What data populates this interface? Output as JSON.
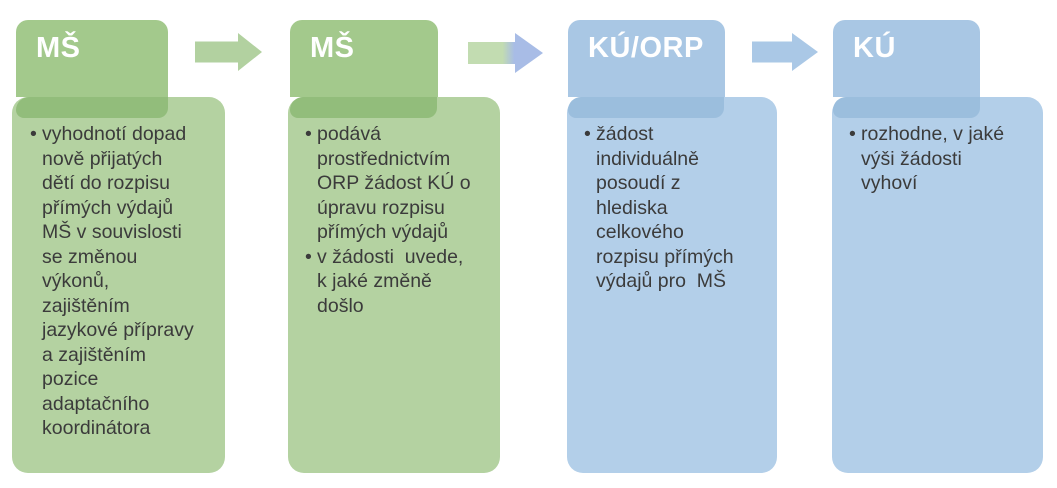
{
  "diagram": {
    "type": "process-flow",
    "bullet_char": "•",
    "columns": [
      {
        "id": "step-1",
        "header": "MŠ",
        "theme": "green",
        "bullets": [
          "vyhodnotí dopad nově přijatých dětí do rozpisu přímých výdajů MŠ v souvislosti se změnou výkonů, zajištěním jazykové přípravy a zajištěním pozice adaptačního koordinátora"
        ]
      },
      {
        "id": "step-2",
        "header": "MŠ",
        "theme": "green",
        "bullets": [
          "podává prostřednictvím ORP žádost KÚ o úpravu rozpisu přímých výdajů",
          "v žádosti  uvede, k jaké změně došlo"
        ]
      },
      {
        "id": "step-3",
        "header": "KÚ/ORP",
        "theme": "blue",
        "bullets": [
          "žádost individuálně posoudí z hlediska celkového rozpisu přímých výdajů pro  MŠ"
        ]
      },
      {
        "id": "step-4",
        "header": "KÚ",
        "theme": "blue",
        "bullets": [
          "rozhodne, v jaké výši žádosti vyhoví"
        ]
      }
    ],
    "arrows": [
      {
        "from": "step-1",
        "to": "step-2",
        "style": "green"
      },
      {
        "from": "step-2",
        "to": "step-3",
        "style": "green-to-blue"
      },
      {
        "from": "step-3",
        "to": "step-4",
        "style": "blue"
      }
    ],
    "colors": {
      "green_header": "#a3c98c",
      "green_overlap": "#92bd7b",
      "green_body": "#b4d2a1",
      "blue_header": "#a9c7e4",
      "blue_overlap": "#9bbedd",
      "blue_body": "#b3cfe9",
      "arrow_green": "#b2d1a0",
      "arrow_blue": "#aac8e6",
      "arrow_mix_green": "#c2dcb1",
      "arrow_mix_blue": "#a8bce6",
      "header_text": "#ffffff",
      "body_text": "#3b3b3b",
      "background": "#ffffff"
    }
  }
}
